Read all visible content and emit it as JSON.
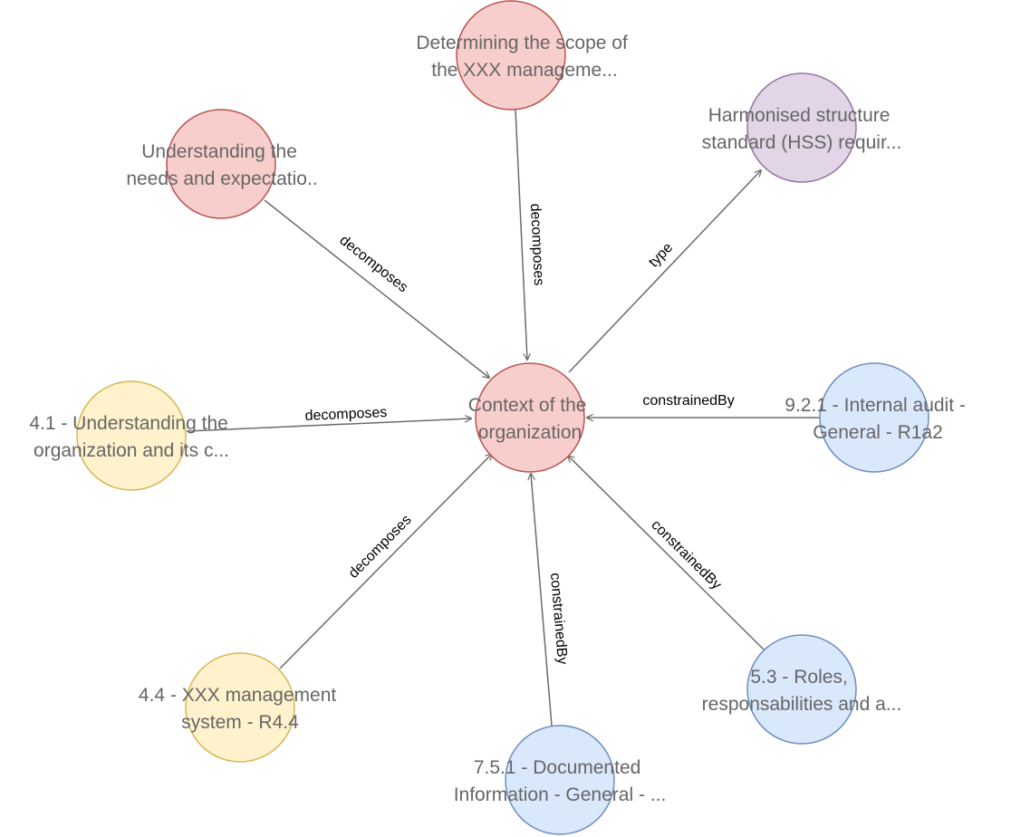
{
  "colors": {
    "red_fill": "#f8cecc",
    "red_stroke": "#b85450",
    "purple_fill": "#e1d5e7",
    "purple_stroke": "#9673a6",
    "yellow_fill": "#fff2cc",
    "yellow_stroke": "#d6b656",
    "blue_fill": "#dae8fc",
    "blue_stroke": "#6c8ebf",
    "edge": "#6b6b6b",
    "label_text": "#666666"
  },
  "nodes": {
    "center": {
      "lines": [
        "Context of the",
        "organization"
      ],
      "color": "red"
    },
    "scope": {
      "lines": [
        "Determining the scope of",
        "the XXX manageme..."
      ],
      "color": "red"
    },
    "needs": {
      "lines": [
        "Understanding the",
        "needs and expectatio.."
      ],
      "color": "red"
    },
    "hss": {
      "lines": [
        "Harmonised structure",
        "standard (HSS) requir..."
      ],
      "color": "purple"
    },
    "org41": {
      "lines": [
        "4.1 - Understanding the",
        "organization and its c..."
      ],
      "color": "yellow"
    },
    "audit": {
      "lines": [
        "9.2.1 - Internal audit -",
        "General - R1a2"
      ],
      "color": "blue"
    },
    "mgmt44": {
      "lines": [
        "4.4 - XXX management",
        "system - R4.4"
      ],
      "color": "yellow"
    },
    "roles": {
      "lines": [
        "5.3 - Roles,",
        "responsabilities and a..."
      ],
      "color": "blue"
    },
    "docinfo": {
      "lines": [
        "7.5.1 - Documented",
        "Information - General - ..."
      ],
      "color": "blue"
    }
  },
  "edges": {
    "needs_center": "decomposes",
    "scope_center": "decomposes",
    "center_hss": "type",
    "org41_center": "decomposes",
    "audit_center": "constrainedBy",
    "mgmt44_center": "decomposes",
    "docinfo_center": "constrainedBy",
    "roles_center": "constrainedBy"
  }
}
